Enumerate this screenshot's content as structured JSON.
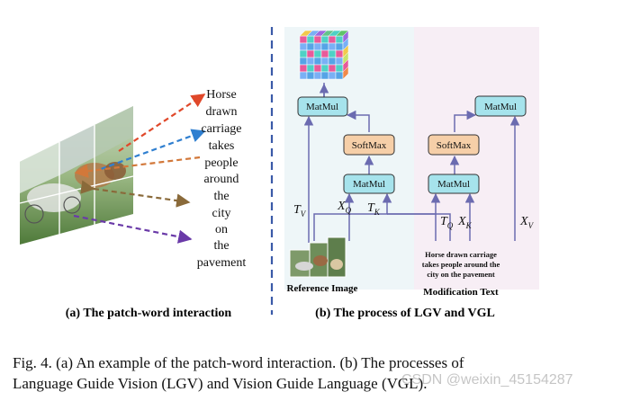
{
  "panel_a": {
    "subtitle": "(a) The patch-word interaction",
    "words": [
      "Horse",
      "drawn",
      "carriage",
      "takes",
      "people",
      "around",
      "the",
      "city",
      "on",
      "the",
      "pavement"
    ]
  },
  "panel_b": {
    "subtitle": "(b) The process of LGV and VGL",
    "reference_label": "Reference Image",
    "modification_label": "Modification Text",
    "modification_text": [
      "Horse drawn carriage",
      "takes people around the",
      "city on the pavement"
    ],
    "nodes": {
      "matmul": "MatMul",
      "softmax": "SoftMax"
    },
    "variables": {
      "tv_left": "T",
      "tv_left_sub": "V",
      "xq_left": "X",
      "xq_left_sub": "Q",
      "tk_left": "T",
      "tk_left_sub": "K",
      "tq_right": "T",
      "tq_right_sub": "Q",
      "xk_right": "X",
      "xk_right_sub": "K",
      "xv_right": "X",
      "xv_right_sub": "V"
    }
  },
  "caption": {
    "line1": "Fig. 4.   (a) An example of the patch-word interaction. (b) The processes of",
    "line2": "Language Guide Vision (LGV) and Vision Guide Language (VGL)."
  },
  "watermark": "CSDN @weixin_45154287",
  "colors": {
    "matmul_fill": "#a6e3ec",
    "softmax_fill": "#f6cfa8",
    "arrow": "#6b6bb0",
    "left_panel_bg": "#eef6f8",
    "right_panel_bg": "#f7eef5",
    "dashed_divider": "#3a5aa8"
  }
}
